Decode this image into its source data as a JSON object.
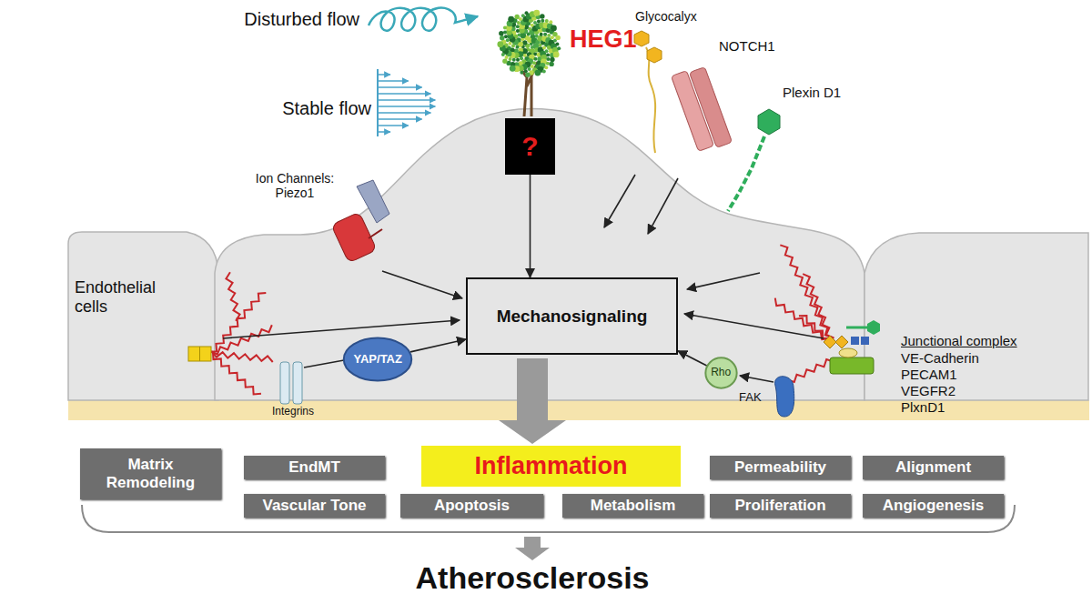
{
  "diagram": {
    "nodes": [
      {
        "text": [
          "?"
        ]
      },
      {
        "text": [
          "Mechanosignaling"
        ]
      },
      {
        "text": [
          "YAP/TAZ"
        ]
      },
      {
        "text": [
          "Rho"
        ]
      },
      {
        "text": [
          "Matrix Remodeling"
        ]
      },
      {
        "text": [
          "EndMT"
        ]
      },
      {
        "text": [
          "Inflammation"
        ]
      },
      {
        "text": [
          "Permeability"
        ]
      },
      {
        "text": [
          "Alignment"
        ]
      },
      {
        "text": [
          "Vascular Tone"
        ]
      },
      {
        "text": [
          "Apoptosis"
        ]
      },
      {
        "text": [
          "Metabolism"
        ]
      },
      {
        "text": [
          "Proliferation"
        ]
      },
      {
        "text": [
          "Angiogenesis"
        ]
      }
    ],
    "edges": [
      {
        "from": 0,
        "to": 1,
        "arrow": "to"
      },
      {
        "from": 2,
        "to": 1,
        "arrow": "to"
      },
      {
        "from": 3,
        "to": 1,
        "arrow": "to"
      }
    ],
    "labels": [
      "Disturbed flow",
      "Stable flow",
      "HEG1",
      "Glycocalyx",
      "NOTCH1",
      "Ion Channels: Piezo1",
      "Plexin D1",
      "Endothelial cells",
      "Integrins",
      "FAK",
      "Junctional complex",
      "VE-Cadherin",
      "PECAM1",
      "VEGFR2",
      "PlxnD1",
      "Atherosclerosis"
    ]
  }
}
